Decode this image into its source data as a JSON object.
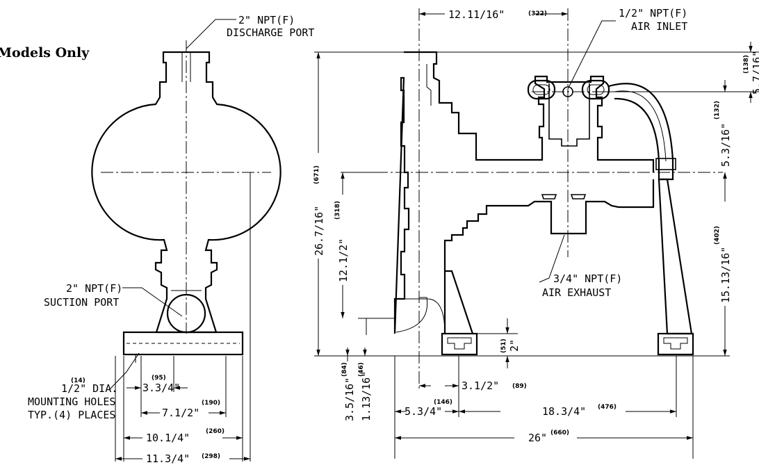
{
  "header": {
    "title": "Models Only"
  },
  "labels": {
    "discharge_line1": "2\" NPT(F)",
    "discharge_line2": "DISCHARGE PORT",
    "suction_line1": "2\" NPT(F)",
    "suction_line2": "SUCTION PORT",
    "mount_mm": "(14)",
    "mount_line1": "1/2\" DIA.",
    "mount_line2": "MOUNTING HOLES",
    "mount_line3": "TYP.(4) PLACES",
    "air_inlet_line1": "1/2\" NPT(F)",
    "air_inlet_line2": "AIR INLET",
    "air_exhaust_line1": "3/4\" NPT(F)",
    "air_exhaust_line2": "AIR EXHAUST"
  },
  "dimensions": {
    "d_3_3_4": {
      "value": "3.3/4\"",
      "mm": "(95)"
    },
    "d_7_1_2": {
      "value": "7.1/2\"",
      "mm": "(190)"
    },
    "d_10_1_4": {
      "value": "10.1/4\"",
      "mm": "(260)"
    },
    "d_11_3_4": {
      "value": "11.3/4\"",
      "mm": "(298)"
    },
    "d_12_11_16": {
      "value": "12.11/16\"",
      "mm": "(322)"
    },
    "d_5_7_16": {
      "value": "5.7/16\"",
      "mm": "(138)"
    },
    "d_5_3_16": {
      "value": "5.3/16\"",
      "mm": "(132)"
    },
    "d_26_7_16": {
      "value": "26.7/16\"",
      "mm": "(671)"
    },
    "d_12_1_2": {
      "value": "12.1/2\"",
      "mm": "(318)"
    },
    "d_15_13_16": {
      "value": "15.13/16\"",
      "mm": "(402)"
    },
    "d_2": {
      "value": "2\"",
      "mm": "(51)"
    },
    "d_3_5_16": {
      "value": "3.5/16\"",
      "mm": "(84)"
    },
    "d_1_13_16": {
      "value": "1.13/16\"",
      "mm": "(46)"
    },
    "d_3_1_2": {
      "value": "3.1/2\"",
      "mm": "(89)"
    },
    "d_5_3_4": {
      "value": "5.3/4\"",
      "mm": "(146)"
    },
    "d_18_3_4": {
      "value": "18.3/4\"",
      "mm": "(476)"
    },
    "d_26": {
      "value": "26\"",
      "mm": "(660)"
    }
  }
}
